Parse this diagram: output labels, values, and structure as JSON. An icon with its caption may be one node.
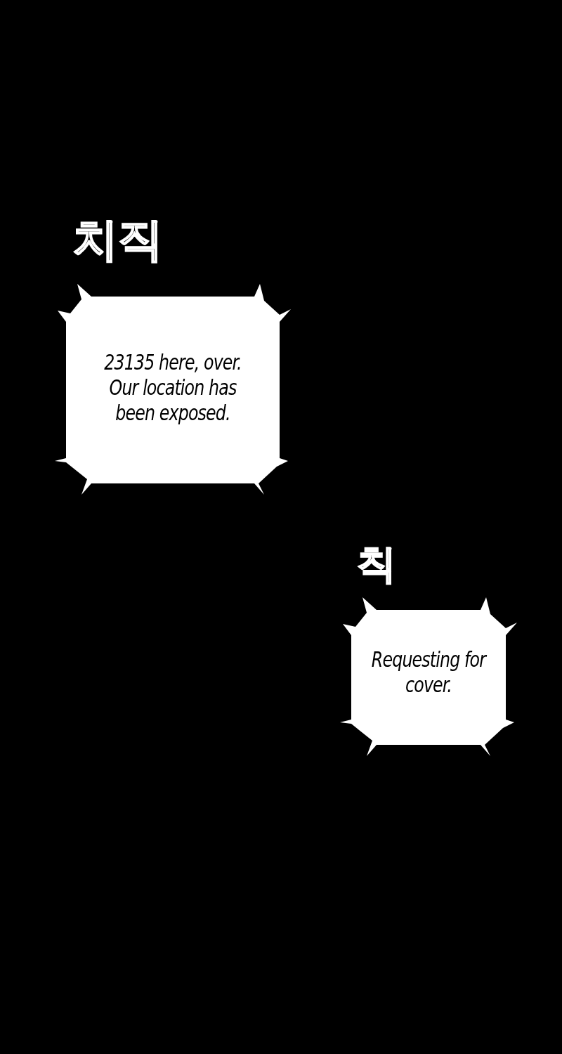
{
  "diagram": {
    "nodes": [
      {
        "text": [
          "23135 here, over. Our location has been exposed."
        ]
      },
      {
        "text": [
          "Requesting for cover."
        ]
      }
    ],
    "labels": [
      "치직",
      "칙"
    ]
  }
}
